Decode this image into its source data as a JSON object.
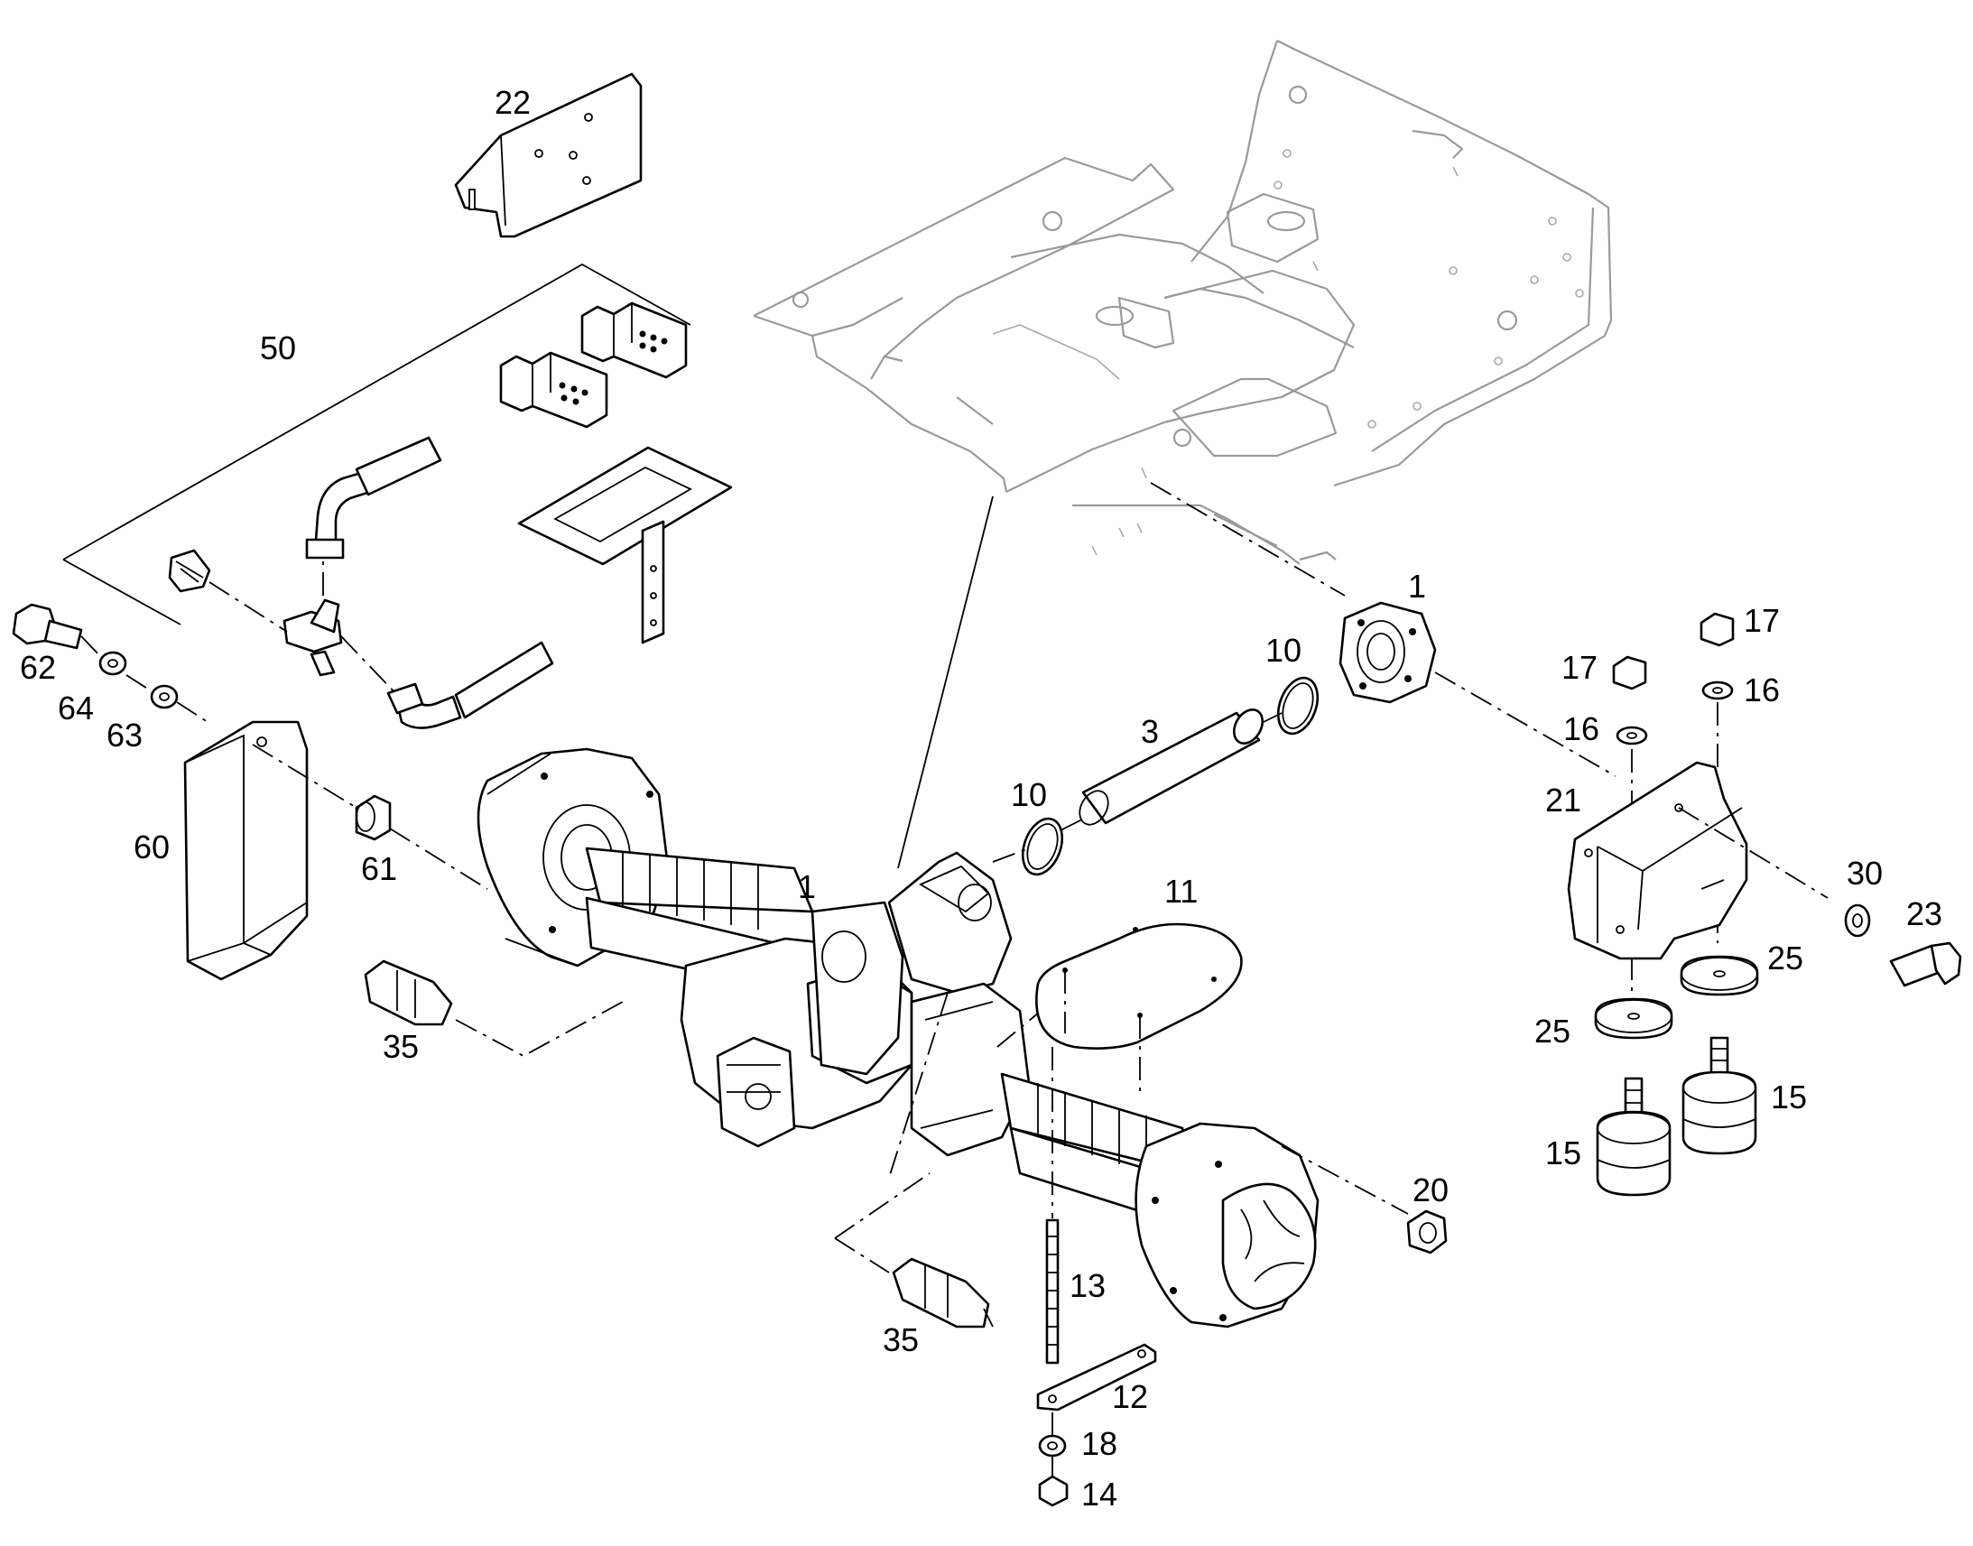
{
  "labels": {
    "l1a": "1",
    "l1b": "1",
    "l3": "3",
    "l10a": "10",
    "l10b": "10",
    "l11": "11",
    "l12": "12",
    "l13": "13",
    "l14": "14",
    "l15a": "15",
    "l15b": "15",
    "l16a": "16",
    "l16b": "16",
    "l17a": "17",
    "l17b": "17",
    "l18": "18",
    "l20": "20",
    "l21": "21",
    "l22": "22",
    "l23": "23",
    "l25a": "25",
    "l25b": "25",
    "l30": "30",
    "l35a": "35",
    "l35b": "35",
    "l50": "50",
    "l60": "60",
    "l61": "61",
    "l62": "62",
    "l63": "63",
    "l64": "64"
  }
}
